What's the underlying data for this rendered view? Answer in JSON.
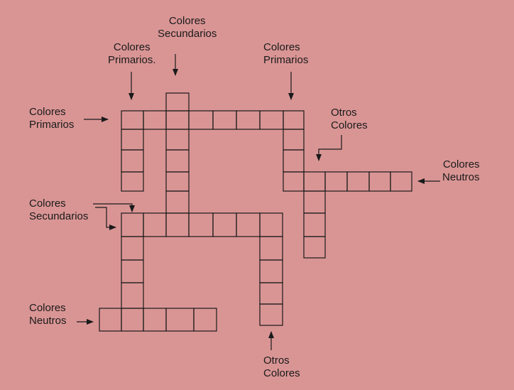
{
  "page": {
    "background": "#d99594",
    "line_color": "#1a1a1a"
  },
  "clues": {
    "top_secundarios": {
      "line1": "Colores",
      "line2": "Secundarios"
    },
    "top_primarios_left": {
      "line1": "Colores",
      "line2": "Primarios."
    },
    "top_primarios_right": {
      "line1": "Colores",
      "line2": "Primarios"
    },
    "left_primarios": {
      "line1": "Colores",
      "line2": "Primarios"
    },
    "right_otros": {
      "line1": "Otros",
      "line2": "Colores"
    },
    "right_neutros": {
      "line1": "Colores",
      "line2": "Neutros"
    },
    "left_secundarios": {
      "line1": "Colores",
      "line2": "Secundarios"
    },
    "left_neutros": {
      "line1": "Colores",
      "line2": "Neutros"
    },
    "bottom_otros": {
      "line1": "Otros",
      "line2": "Colores"
    }
  }
}
